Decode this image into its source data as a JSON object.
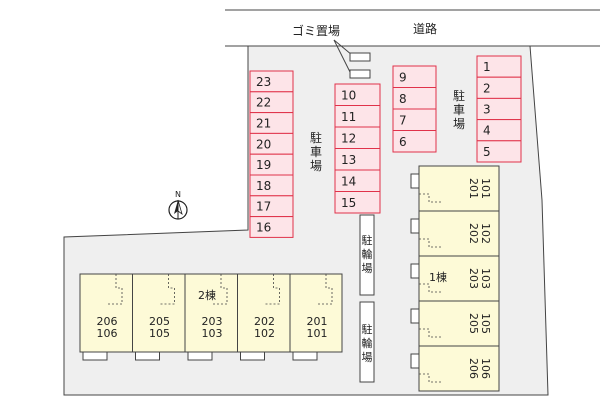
{
  "labels": {
    "road": "道路",
    "garbage": "ゴミ置場",
    "parking": "駐車場",
    "bicycle": "駐輪場",
    "building1": "1棟",
    "building2": "2棟",
    "north": "N"
  },
  "parking_left_column": [
    "23",
    "22",
    "21",
    "20",
    "19",
    "18",
    "17",
    "16"
  ],
  "parking_middle_column": [
    "10",
    "11",
    "12",
    "13",
    "14",
    "15"
  ],
  "parking_third_column": [
    "9",
    "8",
    "7",
    "6"
  ],
  "parking_right_column": [
    "1",
    "2",
    "3",
    "4",
    "5"
  ],
  "building1_units": [
    {
      "upper": "201",
      "lower": "101"
    },
    {
      "upper": "202",
      "lower": "102"
    },
    {
      "upper": "203",
      "lower": "103"
    },
    {
      "upper": "205",
      "lower": "105"
    },
    {
      "upper": "206",
      "lower": "106"
    }
  ],
  "building2_units": [
    {
      "upper": "206",
      "lower": "106"
    },
    {
      "upper": "205",
      "lower": "105"
    },
    {
      "upper": "203",
      "lower": "103"
    },
    {
      "upper": "202",
      "lower": "102"
    },
    {
      "upper": "201",
      "lower": "101"
    }
  ],
  "colors": {
    "parking_fill": "#fde4e8",
    "parking_stroke": "#e0324a",
    "lot_fill": "#efefef",
    "building_fill": "#fdfad7",
    "outline": "#444444"
  }
}
